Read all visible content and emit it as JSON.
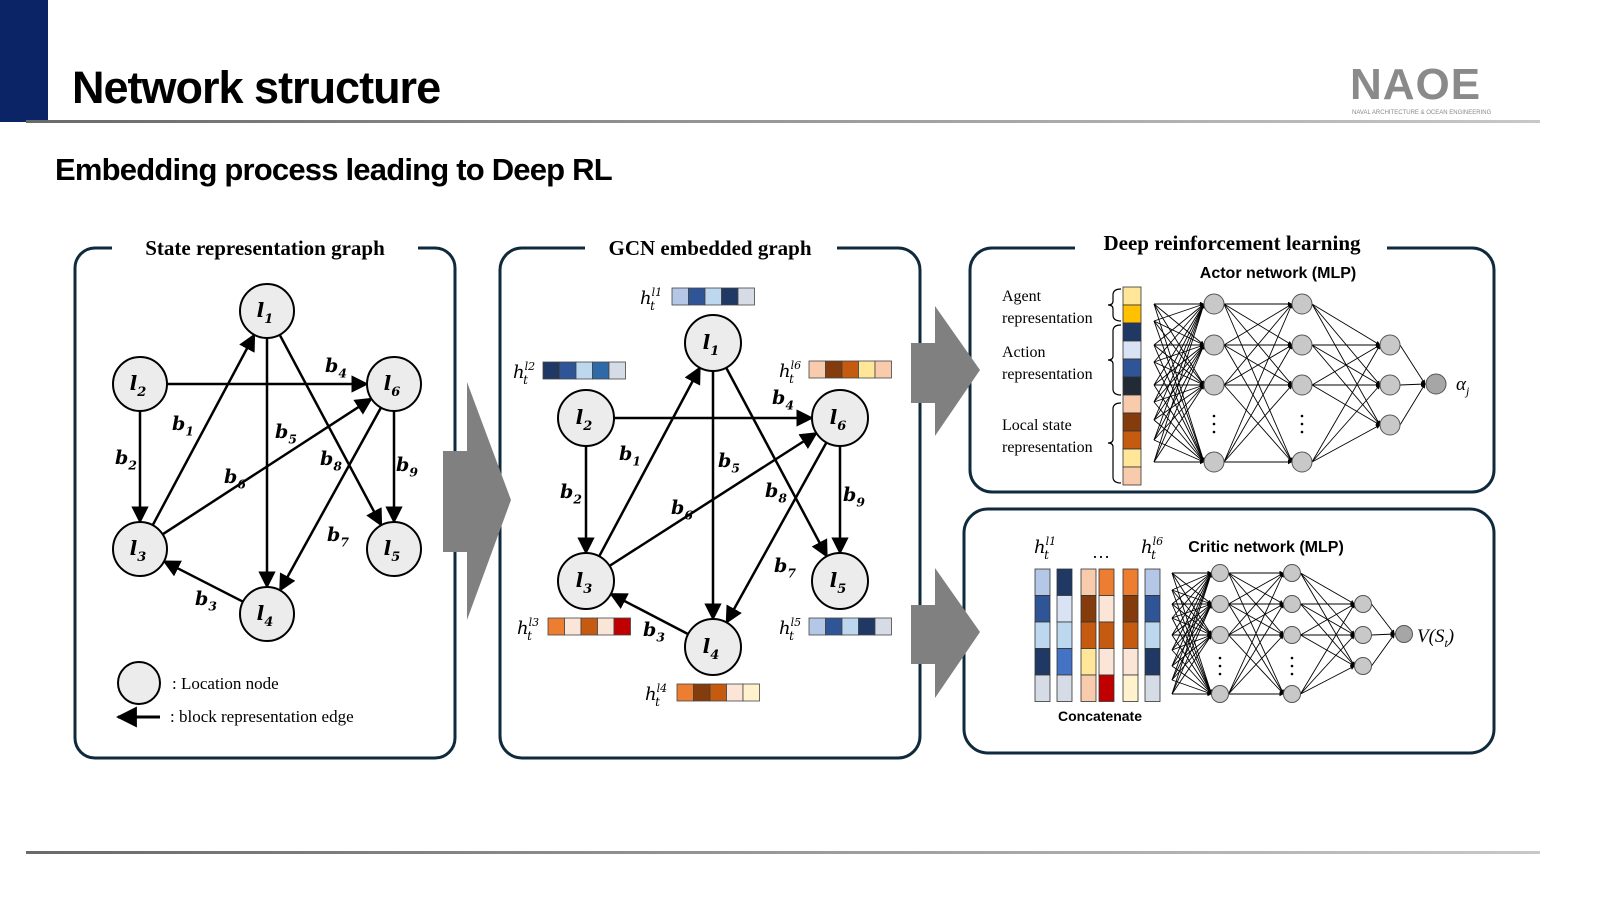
{
  "header": {
    "title": "Network structure",
    "subtitle": "Embedding process leading to Deep RL",
    "accent_color": "#0b2466"
  },
  "logo": {
    "name": "NAOE",
    "tagline": "NAVAL ARCHITECTURE & OCEAN ENGINEERING"
  },
  "panels": {
    "state_graph": {
      "title": "State representation graph",
      "nodes": [
        {
          "id": "l1",
          "label": "l",
          "sub": "1"
        },
        {
          "id": "l2",
          "label": "l",
          "sub": "2"
        },
        {
          "id": "l3",
          "label": "l",
          "sub": "3"
        },
        {
          "id": "l4",
          "label": "l",
          "sub": "4"
        },
        {
          "id": "l5",
          "label": "l",
          "sub": "5"
        },
        {
          "id": "l6",
          "label": "l",
          "sub": "6"
        }
      ],
      "edges": [
        {
          "id": "b1",
          "from": "l3",
          "to": "l1",
          "label": "b",
          "sub": "1"
        },
        {
          "id": "b2",
          "from": "l2",
          "to": "l3",
          "label": "b",
          "sub": "2"
        },
        {
          "id": "b3",
          "from": "l4",
          "to": "l3",
          "label": "b",
          "sub": "3"
        },
        {
          "id": "b4",
          "from": "l2",
          "to": "l6",
          "label": "b",
          "sub": "4"
        },
        {
          "id": "b5",
          "from": "l1",
          "to": "l4",
          "label": "b",
          "sub": "5"
        },
        {
          "id": "b6",
          "from": "l3",
          "to": "l6",
          "label": "b",
          "sub": "6"
        },
        {
          "id": "b7",
          "from": "l6",
          "to": "l4",
          "label": "b",
          "sub": "7"
        },
        {
          "id": "b8",
          "from": "l1",
          "to": "l5",
          "label": "b",
          "sub": "8"
        },
        {
          "id": "b9",
          "from": "l6",
          "to": "l5",
          "label": "b",
          "sub": "9"
        }
      ],
      "legend": {
        "node_label": ": Location node",
        "edge_label": ": block representation edge"
      }
    },
    "gcn_graph": {
      "title": "GCN embedded graph",
      "embeddings": {
        "l1": [
          "#b4c7e7",
          "#2f5597",
          "#bdd7ee",
          "#203864",
          "#d6dce5"
        ],
        "l2": [
          "#203864",
          "#2f5597",
          "#bdd7ee",
          "#2e6aa8",
          "#d6dce5"
        ],
        "l3": [
          "#ed7d31",
          "#fbe5d6",
          "#c55a11",
          "#fbe5d6",
          "#c00000"
        ],
        "l4": [
          "#ed7d31",
          "#843c0c",
          "#c55a11",
          "#fbe5d6",
          "#fff2cc"
        ],
        "l5": [
          "#b4c7e7",
          "#2f5597",
          "#bdd7ee",
          "#203864",
          "#d6dce5"
        ],
        "l6": [
          "#f8cbad",
          "#843c0c",
          "#c55a11",
          "#ffe699",
          "#f8cbad"
        ]
      },
      "embedding_symbol": "h",
      "embedding_time": "t"
    },
    "drl": {
      "title": "Deep reinforcement learning",
      "actor": {
        "title": "Actor network (MLP)",
        "groups": [
          {
            "label_line1": "Agent",
            "label_line2": "representation"
          },
          {
            "label_line1": "Action",
            "label_line2": "representation"
          },
          {
            "label_line1": "Local state",
            "label_line2": "representation"
          }
        ],
        "input_vector": [
          "#ffe699",
          "#ffc000",
          "#203864",
          "#dae3f3",
          "#2f5597",
          "#222a35",
          "#f8cbad",
          "#843c0c",
          "#c55a11",
          "#ffe699",
          "#f8cbad"
        ],
        "output_label": "α",
        "output_sub": "j"
      },
      "critic": {
        "title": "Critic network (MLP)",
        "concat_label": "Concatenate",
        "ellipsis": "…",
        "first_label": "l1",
        "last_label": "l6",
        "columns": [
          [
            "#b4c7e7",
            "#2f5597",
            "#bdd7ee",
            "#203864",
            "#d6dce5"
          ],
          [
            "#203864",
            "#dae3f3",
            "#bdd7ee",
            "#4472c4",
            "#d6dce5"
          ],
          [
            "#f8cbad",
            "#843c0c",
            "#c55a11",
            "#ffe699",
            "#f8cbad"
          ],
          [
            "#ed7d31",
            "#fbe5d6",
            "#c55a11",
            "#fbe5d6",
            "#c00000"
          ],
          [
            "#ed7d31",
            "#843c0c",
            "#c55a11",
            "#fbe5d6",
            "#fff2cc"
          ],
          [
            "#b4c7e7",
            "#2f5597",
            "#bdd7ee",
            "#203864",
            "#d6dce5"
          ]
        ],
        "output_label": "V(S",
        "output_sub": "t",
        "output_close": ")"
      }
    }
  },
  "colors": {
    "panel_border": "#0f2a3c",
    "node_fill": "#ececec",
    "mlp_node_fill": "#c8c8c8",
    "arrow_fill": "#808080"
  }
}
